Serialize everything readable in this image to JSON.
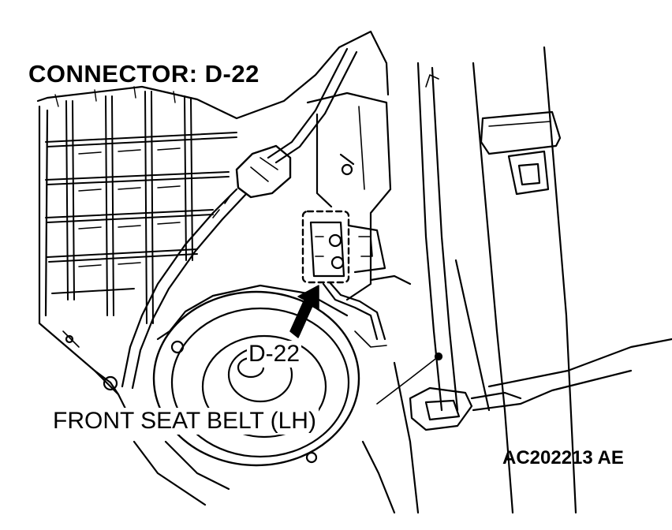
{
  "title": "CONNECTOR: D-22",
  "labels": {
    "connector": "D-22",
    "seat_belt": "FRONT SEAT BELT (LH)"
  },
  "figure_code": "AC202213 AE"
}
